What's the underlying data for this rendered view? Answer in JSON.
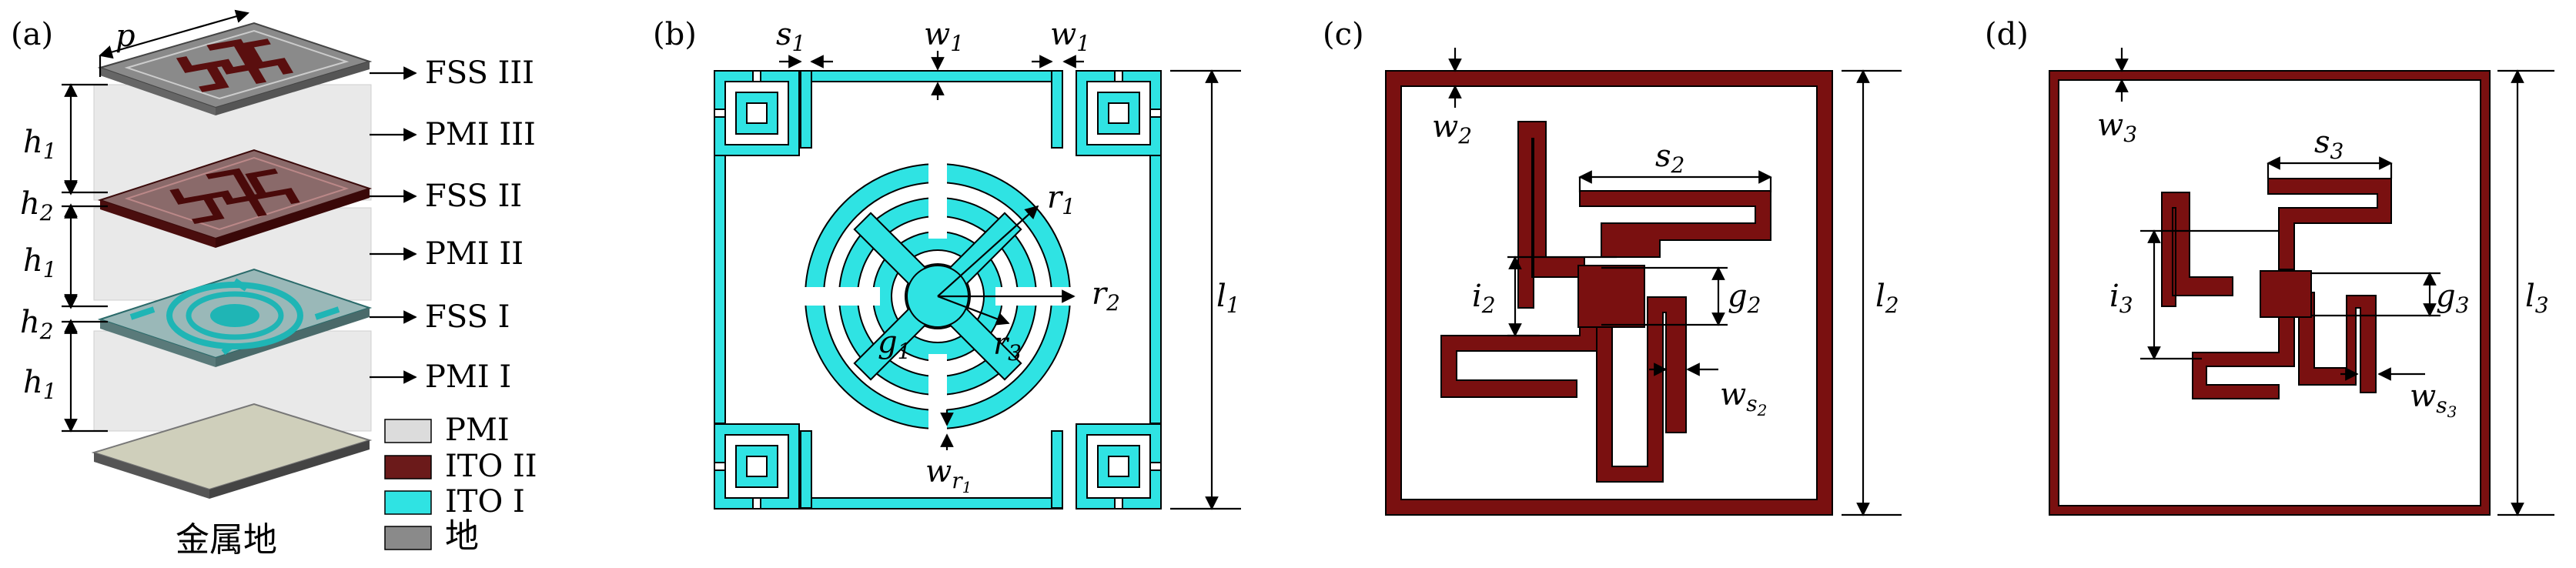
{
  "colors": {
    "pmi": "#dcdcdc",
    "ito2": "#7a1010",
    "ito1": "#2fe3e3",
    "ground": "#8a8a8a",
    "ground_plate": "#cfcfbb",
    "glass": "#e6e6e6"
  },
  "panels": {
    "a": {
      "label": "(a)",
      "layers": [
        {
          "label": "FSS III"
        },
        {
          "label": "PMI III"
        },
        {
          "label": "FSS II"
        },
        {
          "label": "PMI II"
        },
        {
          "label": "FSS I"
        },
        {
          "label": "PMI I"
        }
      ],
      "dims": {
        "p": "p",
        "h": "h",
        "h1_sub": "1",
        "h2_sub": "2"
      },
      "legend": [
        {
          "label": "PMI",
          "color": "#dcdcdc"
        },
        {
          "label": "ITO II",
          "color": "#6b1a1a"
        },
        {
          "label": "ITO I",
          "color": "#2fe3e3"
        },
        {
          "label": "地",
          "color": "#8a8a8a"
        }
      ],
      "ground_label": "金属地"
    },
    "b": {
      "label": "(b)",
      "dims": {
        "s": "s",
        "s_sub": "1",
        "w": "w",
        "w_sub": "1",
        "r": "r",
        "r1_sub": "1",
        "r2_sub": "2",
        "r3_sub": "3",
        "wr_sub": "r",
        "wr_subsub": "1",
        "g": "g",
        "g_sub": "1",
        "l": "l",
        "l_sub": "1"
      }
    },
    "c": {
      "label": "(c)",
      "dims": {
        "w": "w",
        "w_sub": "2",
        "s": "s",
        "s_sub": "2",
        "i": "i",
        "i_sub": "2",
        "g": "g",
        "g_sub": "2",
        "ws_sub": "s",
        "ws_subsub": "2",
        "l": "l",
        "l_sub": "2"
      }
    },
    "d": {
      "label": "(d)",
      "dims": {
        "w": "w",
        "w_sub": "3",
        "s": "s",
        "s_sub": "3",
        "i": "i",
        "i_sub": "3",
        "g": "g",
        "g_sub": "3",
        "ws_sub": "s",
        "ws_subsub": "3",
        "l": "l",
        "l_sub": "3"
      }
    }
  }
}
